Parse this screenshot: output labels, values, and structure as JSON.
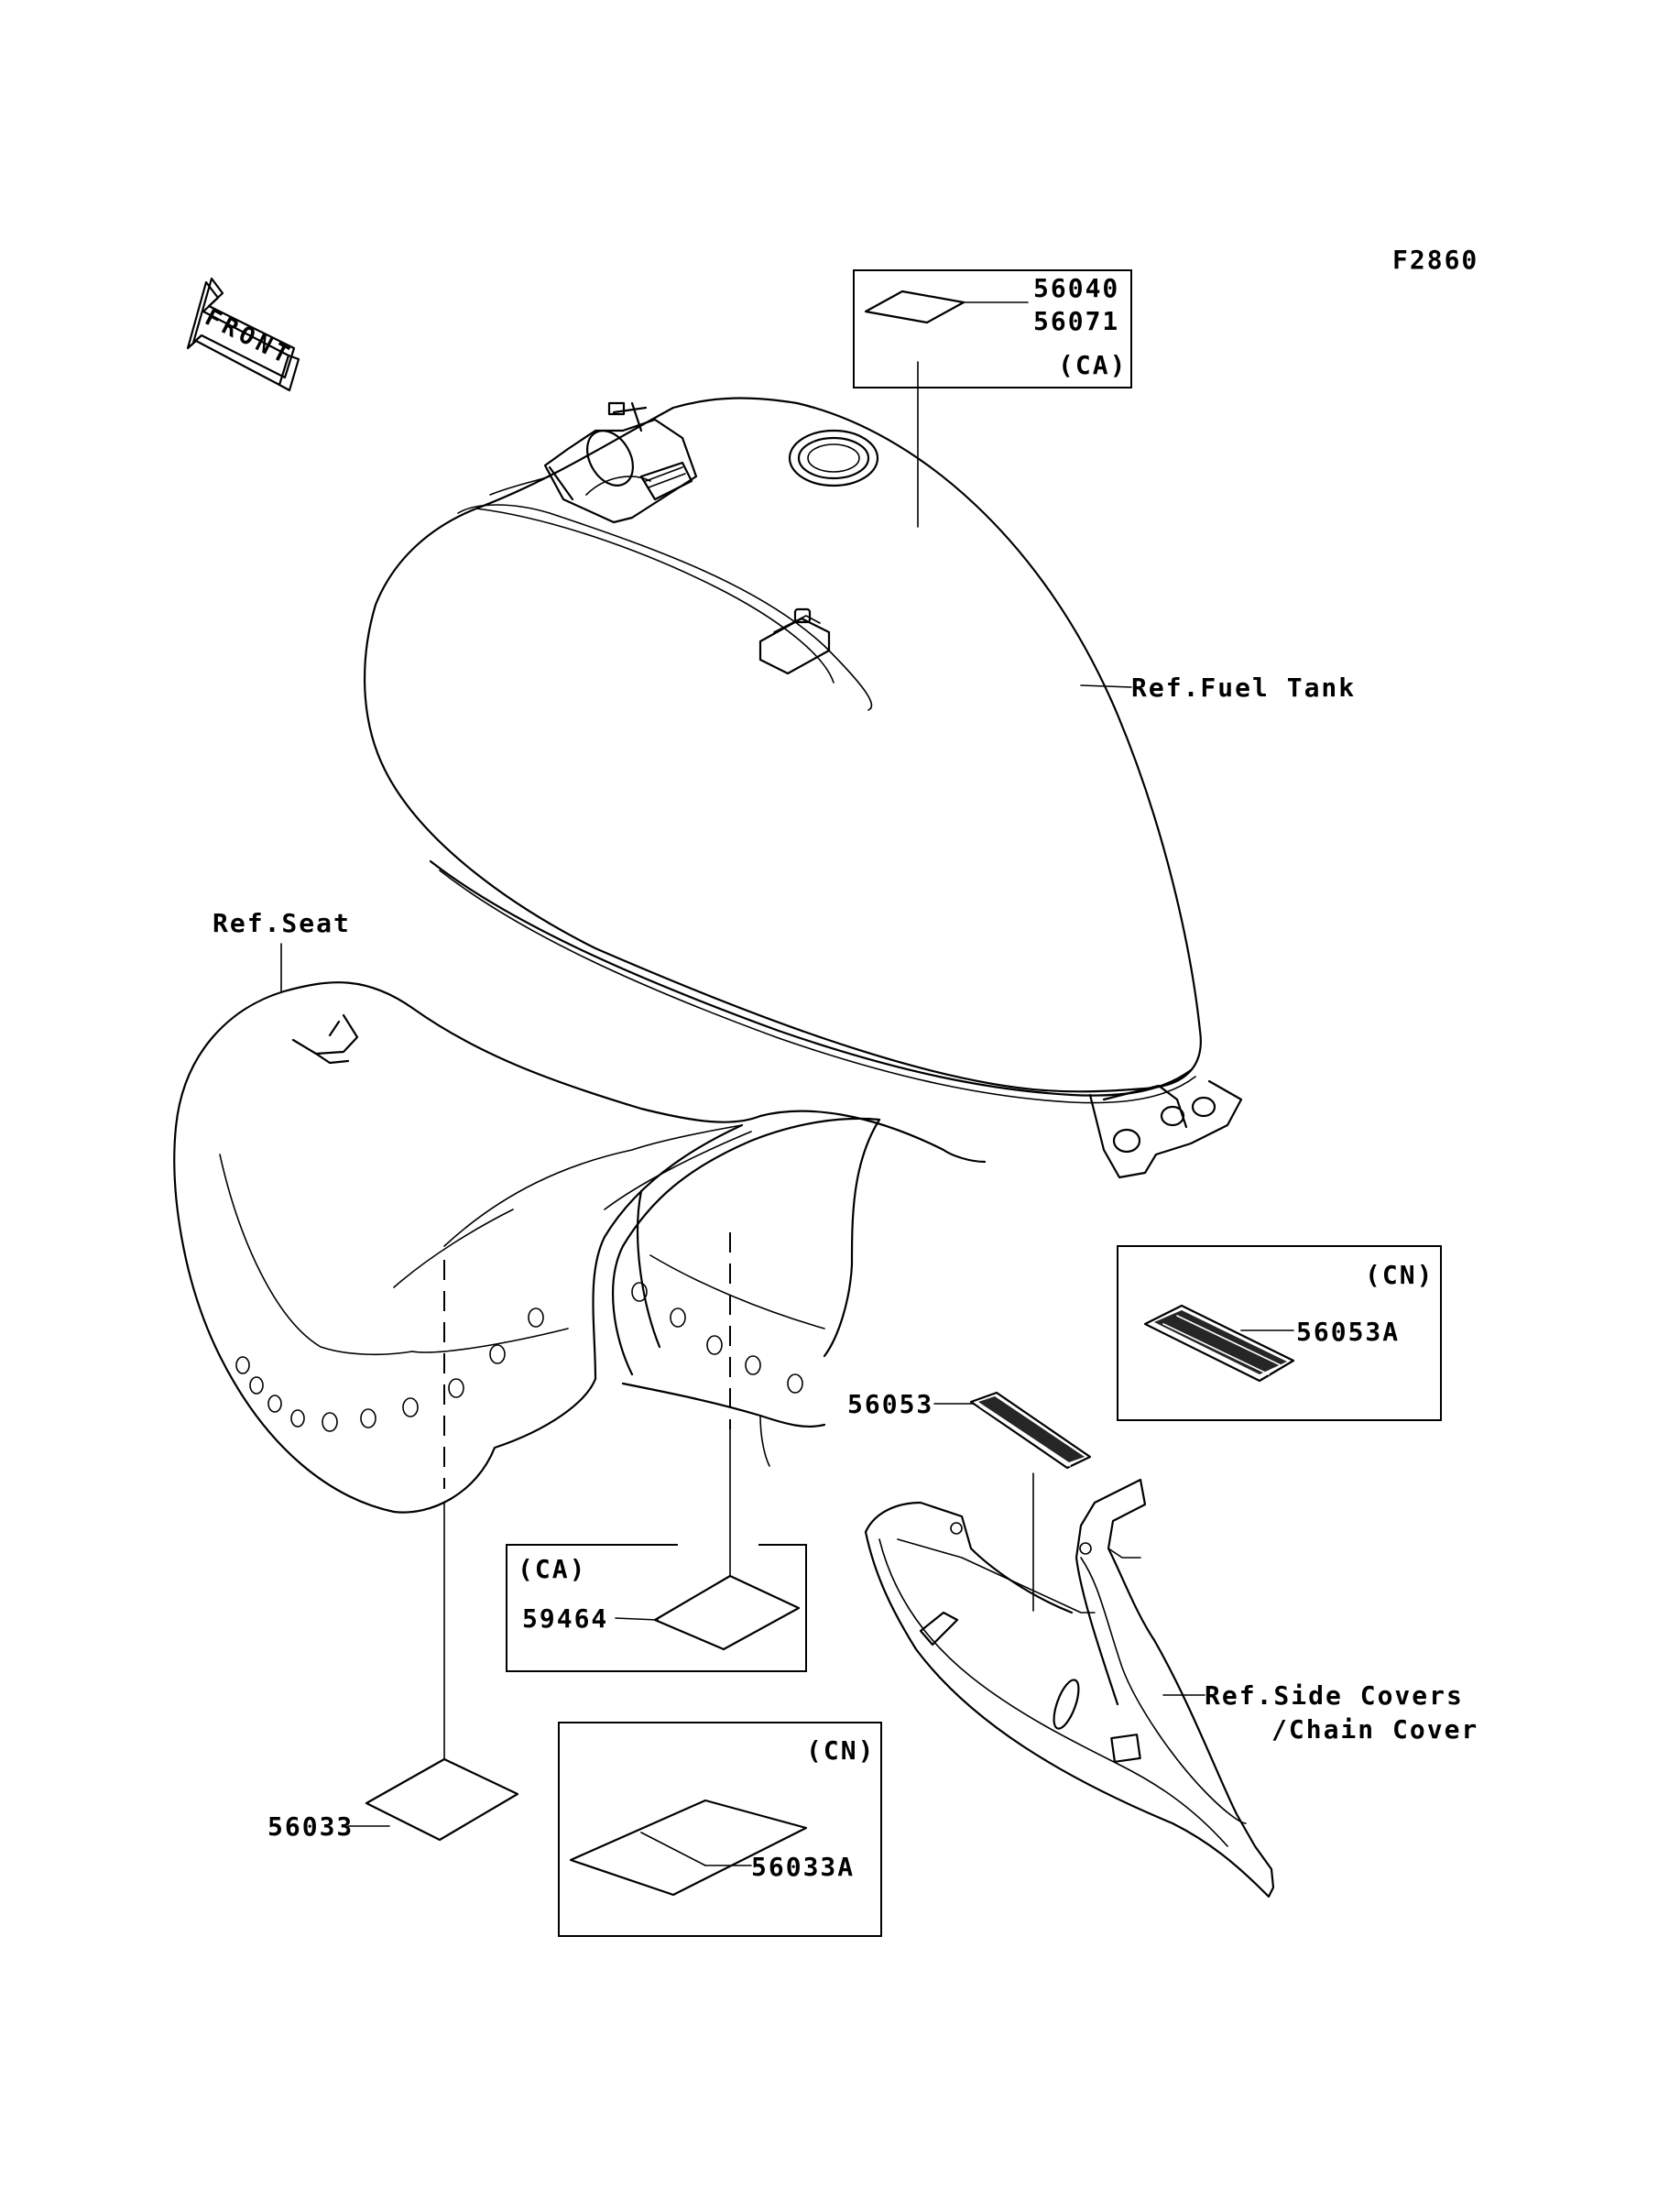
{
  "figure_code": "F2860",
  "front_label": "FRONT",
  "labels": {
    "fuel_tank": "Ref.Fuel Tank",
    "seat": "Ref.Seat",
    "side_covers_line1": "Ref.Side Covers",
    "side_covers_line2": "/Chain Cover"
  },
  "tank_label_box": {
    "part_a": "56040",
    "part_b": "56071",
    "region": "(CA)"
  },
  "cn_stripe_box": {
    "region": "(CN)",
    "part": "56053A"
  },
  "stripe_part": "56053",
  "ca_seat_box": {
    "region": "(CA)",
    "part": "59464"
  },
  "seat_label_part": "56033",
  "cn_seat_box": {
    "region": "(CN)",
    "part": "56033A"
  }
}
